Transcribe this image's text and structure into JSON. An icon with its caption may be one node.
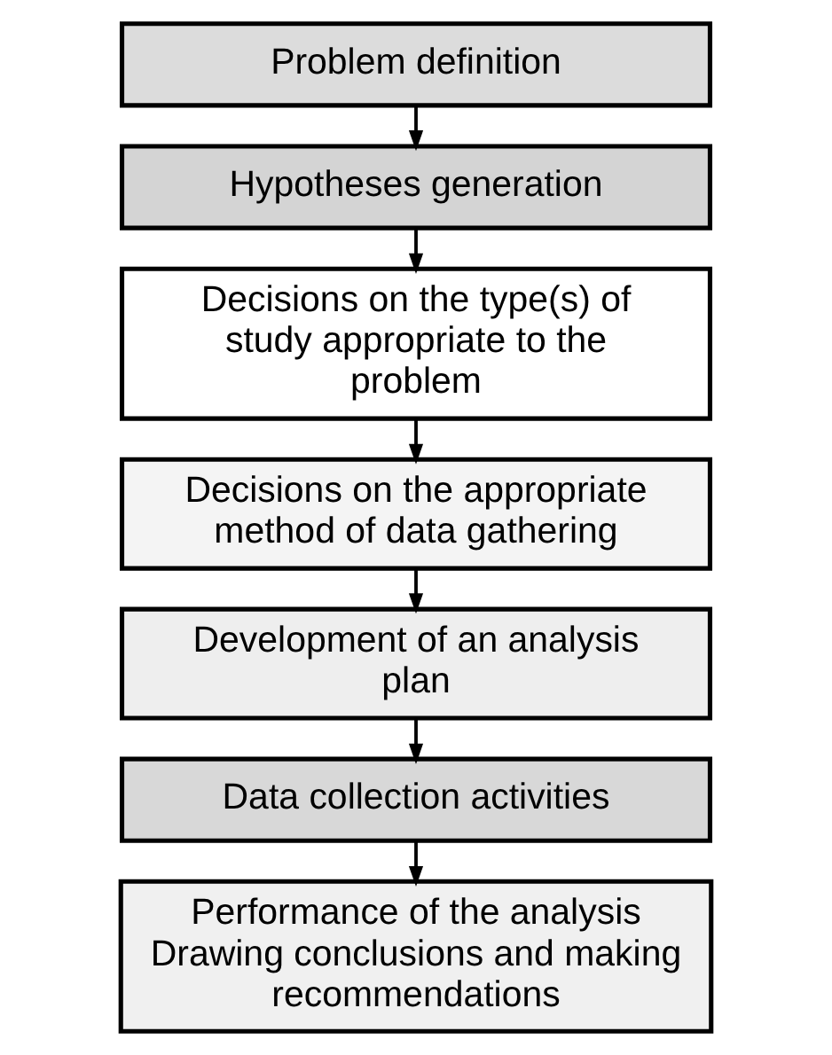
{
  "diagram": {
    "nodes": [
      {
        "text": [
          "Problem definition"
        ]
      },
      {
        "text": [
          "Hypotheses generation"
        ]
      },
      {
        "text": [
          "Decisions on the type(s) of study appropriate to the problem"
        ]
      },
      {
        "text": [
          "Decisions on the appropriate method of data gathering"
        ]
      },
      {
        "text": [
          "Development of an analysis plan"
        ]
      },
      {
        "text": [
          "Data collection activities"
        ]
      },
      {
        "text": [
          "Performance of the analysis",
          "Drawing conclusions and making recommendations"
        ]
      }
    ],
    "edges": [
      {
        "from": 0,
        "to": 1,
        "arrow": "to"
      },
      {
        "from": 1,
        "to": 2,
        "arrow": "to"
      },
      {
        "from": 2,
        "to": 3,
        "arrow": "to"
      },
      {
        "from": 3,
        "to": 4,
        "arrow": "to"
      },
      {
        "from": 4,
        "to": 5,
        "arrow": "to"
      },
      {
        "from": 5,
        "to": 6,
        "arrow": "to"
      }
    ]
  }
}
